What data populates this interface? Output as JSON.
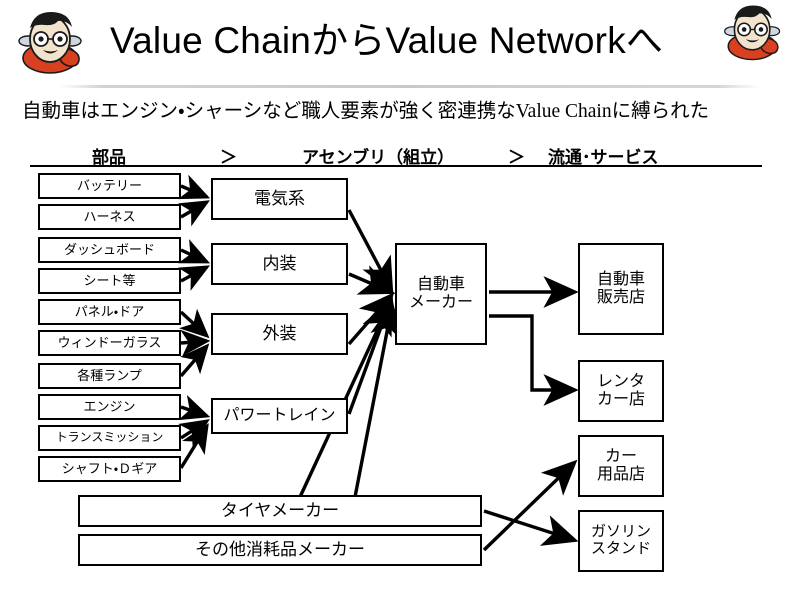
{
  "header": {
    "title": "Value ChainからValue Networkへ",
    "subtitle": "自動車はエンジン・シャーシなど職人要素が強く密連携なValue Chainに縛られた",
    "mascot_left": "mascot-face-icon",
    "mascot_right": "mascot-face-icon"
  },
  "columns": {
    "parts": "部品",
    "sep1": "＞",
    "assembly": "アセンブリ（組立）",
    "sep2": "＞",
    "distribution": "流通･サービス"
  },
  "parts": [
    {
      "label": "バッテリー"
    },
    {
      "label": "ハーネス"
    },
    {
      "label": "ダッシュボード"
    },
    {
      "label": "シート等"
    },
    {
      "label": "パネル・ドア"
    },
    {
      "label": "ウィンドーガラス"
    },
    {
      "label": "各種ランプ"
    },
    {
      "label": "エンジン"
    },
    {
      "label": "トランスミッション"
    },
    {
      "label": "シャフト・Ｄギア"
    }
  ],
  "assemblies": [
    {
      "label": "電気系"
    },
    {
      "label": "内装"
    },
    {
      "label": "外装"
    },
    {
      "label": "パワートレイン"
    }
  ],
  "maker": {
    "label": "自動車\nメーカー",
    "line1": "自動車",
    "line2": "メーカー"
  },
  "retail": [
    {
      "line1": "自動車",
      "line2": "販売店"
    },
    {
      "line1": "レンタ",
      "line2": "カー店"
    },
    {
      "line1": "カー",
      "line2": "用品店"
    },
    {
      "line1": "ガソリン",
      "line2": "スタンド"
    }
  ],
  "suppliers": [
    {
      "label": "タイヤメーカー"
    },
    {
      "label": "その他消耗品メーカー"
    }
  ],
  "colors": {
    "ink": "#000000",
    "paper": "#ffffff",
    "rule": "#c9c9c9",
    "mascot_skin": "#f2e3cd",
    "mascot_hair": "#1a1a1a",
    "mascot_scarf": "#d9401f"
  }
}
